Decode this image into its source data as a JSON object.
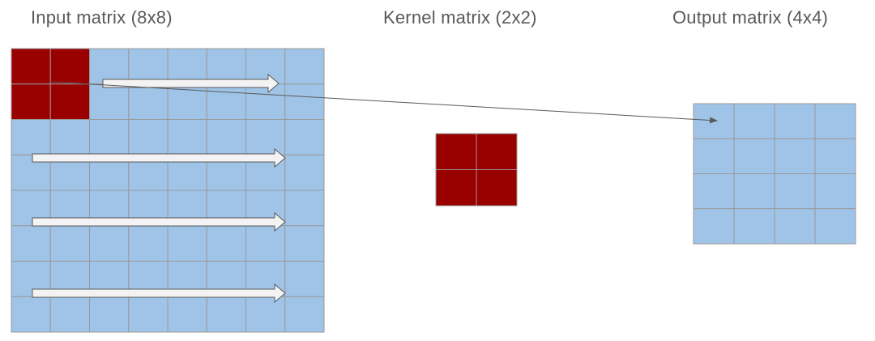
{
  "titles": {
    "input": "Input matrix (8x8)",
    "kernel": "Kernel matrix (2x2)",
    "output": "Output matrix (4x4)"
  },
  "matrices": {
    "input": {
      "rows": 8,
      "cols": 8
    },
    "kernel": {
      "rows": 2,
      "cols": 2
    },
    "output": {
      "rows": 4,
      "cols": 4
    }
  },
  "window": {
    "rows": 2,
    "cols": 2
  },
  "colors": {
    "cell_fill": "#a0c4e8",
    "highlight_fill": "#990000",
    "grid_line": "#999999",
    "arrow_fill": "#f3f3f3",
    "arrow_stroke": "#595959",
    "connector": "#595959",
    "title_text": "#595959"
  }
}
